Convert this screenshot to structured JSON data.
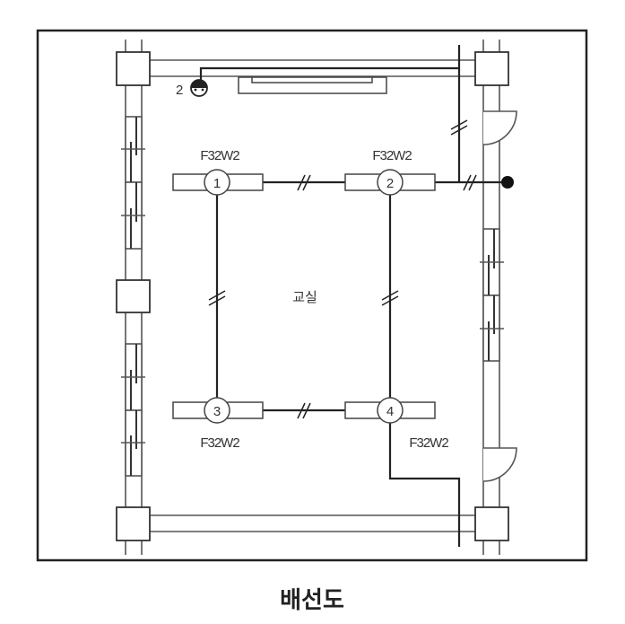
{
  "diagram": {
    "title": "배선도",
    "room_label": "교실",
    "outlet_count": "2",
    "fixtures": [
      {
        "number": "1",
        "type": "F32W2"
      },
      {
        "number": "2",
        "type": "F32W2"
      },
      {
        "number": "3",
        "type": "F32W2"
      },
      {
        "number": "4",
        "type": "F32W2"
      }
    ]
  }
}
